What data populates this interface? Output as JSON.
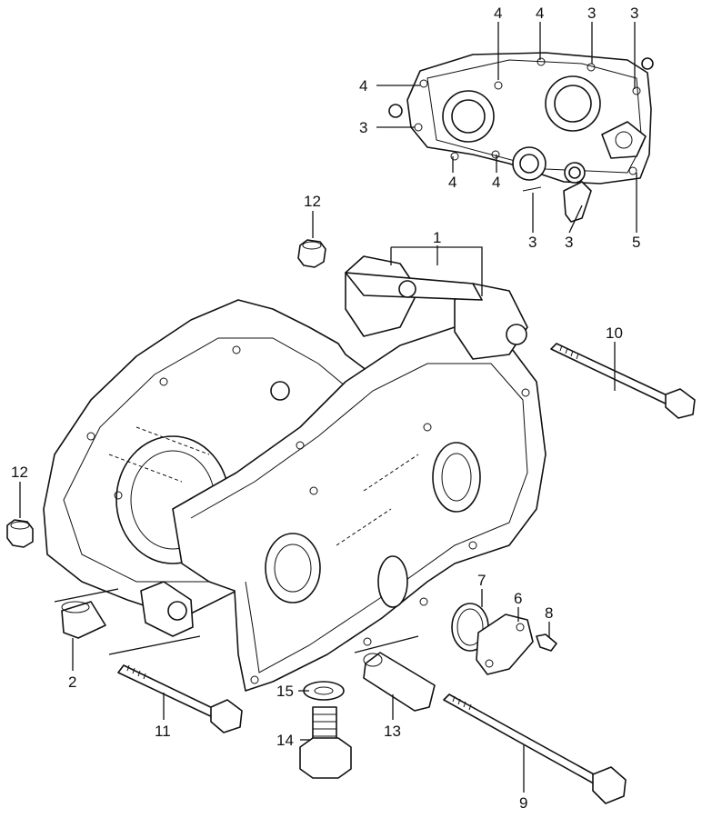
{
  "diagram": {
    "callouts": [
      {
        "id": "c1",
        "text": "1"
      },
      {
        "id": "c2",
        "text": "2"
      },
      {
        "id": "c3a",
        "text": "3"
      },
      {
        "id": "c3b",
        "text": "3"
      },
      {
        "id": "c3c",
        "text": "3"
      },
      {
        "id": "c3d",
        "text": "3"
      },
      {
        "id": "c3e",
        "text": "3"
      },
      {
        "id": "c4a",
        "text": "4"
      },
      {
        "id": "c4b",
        "text": "4"
      },
      {
        "id": "c4c",
        "text": "4"
      },
      {
        "id": "c4d",
        "text": "4"
      },
      {
        "id": "c4e",
        "text": "4"
      },
      {
        "id": "c5",
        "text": "5"
      },
      {
        "id": "c6",
        "text": "6"
      },
      {
        "id": "c7",
        "text": "7"
      },
      {
        "id": "c8",
        "text": "8"
      },
      {
        "id": "c9",
        "text": "9"
      },
      {
        "id": "c10",
        "text": "10"
      },
      {
        "id": "c11",
        "text": "11"
      },
      {
        "id": "c12a",
        "text": "12"
      },
      {
        "id": "c12b",
        "text": "12"
      },
      {
        "id": "c13",
        "text": "13"
      },
      {
        "id": "c14",
        "text": "14"
      },
      {
        "id": "c15",
        "text": "15"
      }
    ]
  }
}
